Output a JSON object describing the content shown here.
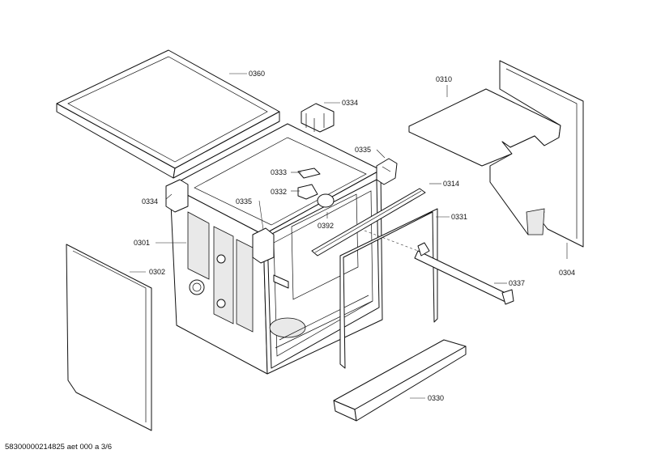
{
  "diagram": {
    "footer": "58300000214825 aet 000 a 3/6",
    "labels": {
      "p0360": "0360",
      "p0334a": "0334",
      "p0310": "0310",
      "p0335a": "0335",
      "p0333": "0333",
      "p0332": "0332",
      "p0334b": "0334",
      "p0335b": "0335",
      "p0314": "0314",
      "p0331": "0331",
      "p0392": "0392",
      "p0301": "0301",
      "p0302": "0302",
      "p0337": "0337",
      "p0304": "0304",
      "p0330": "0330"
    }
  }
}
